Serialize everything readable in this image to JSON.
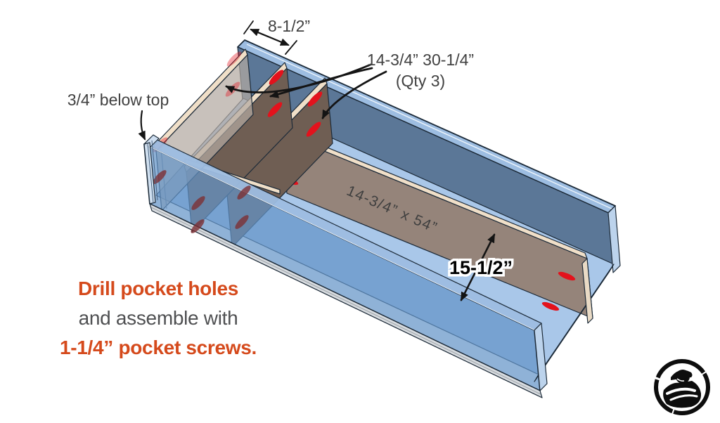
{
  "diagram": {
    "top_spacing_dim": "8-1/2”",
    "divider_panel_dim": "14-3/4” 30-1/4”",
    "divider_panel_qty": "(Qty 3)",
    "top_offset_note": "3/4” below top",
    "center_divider_dim": "14-3/4” x 54”",
    "channel_width_dim": "15-1/2”"
  },
  "instructions": {
    "line1": "Drill pocket holes",
    "line2": "and assemble with",
    "line3": "1-1/4” pocket screws."
  },
  "icons": {
    "logo": "maker-figure-logo"
  },
  "colors": {
    "accent_orange": "#d54a1c",
    "note_gray": "#4f5052",
    "dimension_text": "#414141",
    "outline_navy": "#1c2a38",
    "front_wall_blue": "#6494c8",
    "floor_blue": "#a9c7e9",
    "back_wall_blue": "#5b7797",
    "top_edge_blue": "#9dbde1",
    "cross_divider_brown": "#6f5e53",
    "center_divider_tan": "#95847a",
    "panel_edge_cream": "#f0dfc8",
    "pocket_hole_red": "#e3121c",
    "bottom_edge_gray": "#d7dbdf"
  }
}
